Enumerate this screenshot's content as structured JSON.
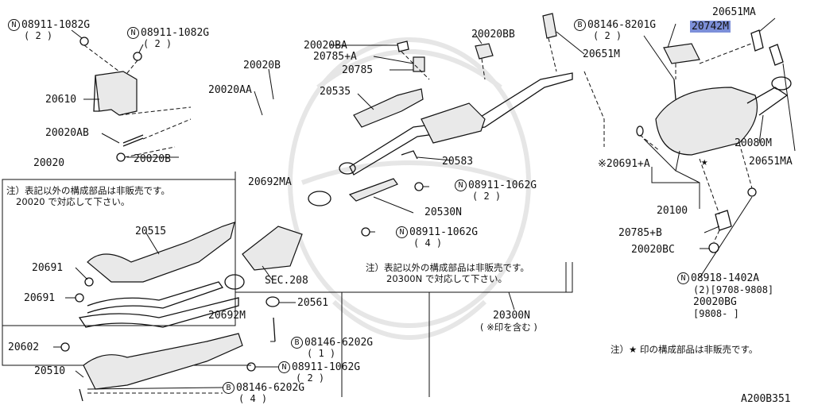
{
  "diagram_id": "A200B351",
  "labels": {
    "nut_08911_1082G_a": "08911-1082G",
    "nut_08911_1082G_a_qty": "( 2 )",
    "nut_08911_1082G_b": "08911-1082G",
    "nut_08911_1082G_b_qty": "( 2 )",
    "p20610": "20610",
    "p20020AB": "20020AB",
    "p20020B_left": "20020B",
    "p20020": "20020",
    "p20020B_top": "20020B",
    "p20020AA": "20020AA",
    "p20020BA": "20020BA",
    "p20785A": "20785+A",
    "p20785": "20785",
    "p20020BB": "20020BB",
    "p20535": "20535",
    "p20583": "20583",
    "p20692MA": "20692MA",
    "nut_08911_1062G_c": "08911-1062G",
    "nut_08911_1062G_c_qty": "( 2 )",
    "p20530N": "20530N",
    "nut_08911_1062G_d": "08911-1062G",
    "nut_08911_1062G_d_qty": "( 4 )",
    "p20515": "20515",
    "p20691_a": "20691",
    "p20691_b": "20691",
    "p20602": "20602",
    "p20510": "20510",
    "sec208": "SEC.208",
    "p20692M": "20692M",
    "p20561": "20561",
    "bolt_08146_6202G_a": "08146-6202G",
    "bolt_08146_6202G_a_qty": "( 1 )",
    "nut_08911_1062G_e": "08911-1062G",
    "nut_08911_1062G_e_qty": "( 2 )",
    "bolt_08146_6202G_b": "08146-6202G",
    "bolt_08146_6202G_b_qty": "( 4 )",
    "p20300N": "20300N",
    "p20300N_sub": "( ※印を含む )",
    "bolt_08146_8201G": "08146-8201G",
    "bolt_08146_8201G_qty": "( 2 )",
    "p20651MA_top": "20651MA",
    "p20742M": "20742M",
    "p20651M": "20651M",
    "p20080M": "20080M",
    "p20651MA_right": "20651MA",
    "p20691A": "※20691+A",
    "p20100": "20100",
    "p20785B": "20785+B",
    "p20020BC": "20020BC",
    "nut_08918_1402A": "08918-1402A",
    "nut_08918_1402A_qty": "(2)[9708-9808]",
    "p20020BG": "20020BG",
    "p20020BG_range": "[9808-     ]"
  },
  "prefix": {
    "N": "N",
    "B": "B"
  },
  "notes": {
    "left_1": "注）表記以外の構成部品は非販売です。",
    "left_2": "20020 で対応して下さい。",
    "mid_1": "注）表記以外の構成部品は非販売です。",
    "mid_2": "20300N で対応して下さい。",
    "right": "注）★ 印の構成部品は非販売です。",
    "star": "★"
  },
  "colors": {
    "highlight": "#7c8fd9",
    "line": "#111111"
  }
}
